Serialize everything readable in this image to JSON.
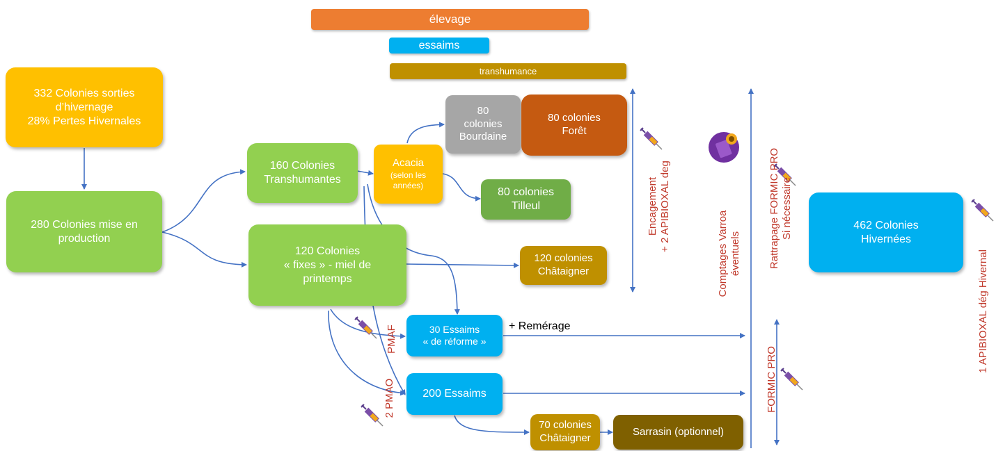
{
  "bars": {
    "elevage": {
      "label": "élevage",
      "color": "#ed7d31"
    },
    "essaims": {
      "label": "essaims",
      "color": "#00b0f0"
    },
    "transhumance": {
      "label": "transhumance",
      "color": "#bf9000"
    }
  },
  "nodes": {
    "sorties": "332 Colonies sorties\nd’hivernage\n28% Pertes Hivernales",
    "production": "280 Colonies mise en\nproduction",
    "transhumantes": "160 Colonies\nTranshumantes",
    "fixes": "120 Colonies\n« fixes » - miel de\nprintemps",
    "acacia_title": "Acacia",
    "acacia_note": "(selon les\nannées)",
    "bourdaine": "80\ncolonies\nBourdaine",
    "foret": "80 colonies\nForêt",
    "tilleul": "80 colonies\nTilleul",
    "chataigner_120": "120 colonies\nChâtaigner",
    "essaims_reforme": "30 Essaims\n« de réforme »",
    "essaims_200": "200 Essaims",
    "chataigner_70": "70 colonies\nChâtaigner",
    "sarrasin": "Sarrasin (optionnel)",
    "hivernees": "462 Colonies\nHivernées"
  },
  "labels": {
    "remerage": "+ Remérage",
    "pmaf": "PMAF",
    "pmao": "2 PMAO",
    "encagement": "Encagement\n+ 2 APIBIOXAL deg",
    "comptages": "Comptages Varroa\néventuels",
    "rattrapage": "Rattrapage FORMIC PRO\nSi nécessaire",
    "formic": "FORMIC PRO",
    "apibioxal_hivernal": "1 APIBIOXAL dég Hivernal"
  },
  "colors": {
    "yellow": "#ffc000",
    "green": "#92d050",
    "green_dark": "#70ad47",
    "blue": "#00b0f0",
    "gold": "#bf9000",
    "gray": "#a6a6a6",
    "rust": "#c55a11",
    "olive": "#7f6000",
    "arrow": "#4472c4",
    "treatment_text": "#c0392b"
  },
  "icons": [
    "syringe-icon",
    "varroa-test-icon"
  ]
}
